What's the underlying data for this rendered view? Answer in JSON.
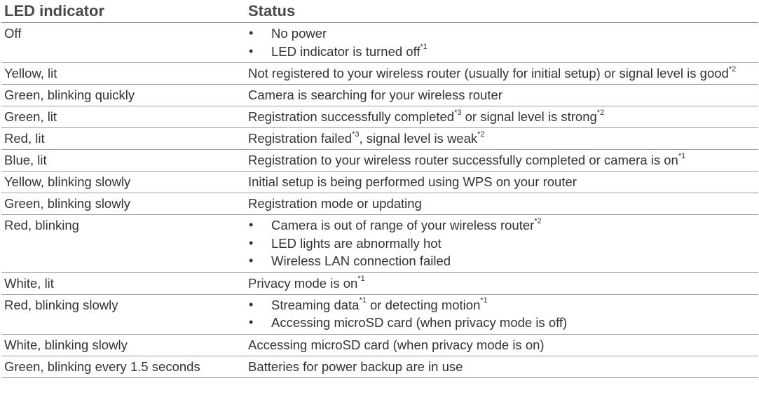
{
  "headers": {
    "led": "LED indicator",
    "status": "Status"
  },
  "rows": [
    {
      "led": "Off",
      "items": [
        {
          "text": "No power",
          "sup": ""
        },
        {
          "text": "LED indicator is turned off",
          "sup": "*1"
        }
      ]
    },
    {
      "led": "Yellow, lit",
      "segments": [
        {
          "text": "Not registered to your wireless router (usually for initial setup) or signal level is good",
          "sup": "*2"
        }
      ]
    },
    {
      "led": "Green, blinking quickly",
      "segments": [
        {
          "text": "Camera is searching for your wireless router",
          "sup": ""
        }
      ]
    },
    {
      "led": "Green, lit",
      "segments": [
        {
          "text": "Registration successfully completed",
          "sup": "*3"
        },
        {
          "text": " or signal level is strong",
          "sup": "*2"
        }
      ]
    },
    {
      "led": "Red, lit",
      "segments": [
        {
          "text": "Registration failed",
          "sup": "*3"
        },
        {
          "text": ", signal level is weak",
          "sup": "*2"
        }
      ]
    },
    {
      "led": "Blue, lit",
      "segments": [
        {
          "text": "Registration to your wireless router successfully completed or camera is on",
          "sup": "*1"
        }
      ]
    },
    {
      "led": "Yellow, blinking slowly",
      "segments": [
        {
          "text": "Initial setup is being performed using WPS on your router",
          "sup": ""
        }
      ]
    },
    {
      "led": "Green, blinking slowly",
      "segments": [
        {
          "text": "Registration mode or updating",
          "sup": ""
        }
      ]
    },
    {
      "led": "Red, blinking",
      "items": [
        {
          "text": "Camera is out of range of your wireless router",
          "sup": "*2"
        },
        {
          "text": "LED lights are abnormally hot",
          "sup": ""
        },
        {
          "text": "Wireless LAN connection failed",
          "sup": ""
        }
      ]
    },
    {
      "led": "White, lit",
      "segments": [
        {
          "text": "Privacy mode is on",
          "sup": "*1"
        }
      ]
    },
    {
      "led": "Red, blinking slowly",
      "items": [
        {
          "segments": [
            {
              "text": "Streaming data",
              "sup": "*1"
            },
            {
              "text": " or detecting motion",
              "sup": "*1"
            }
          ]
        },
        {
          "text": "Accessing microSD card (when privacy mode is off)",
          "sup": ""
        }
      ]
    },
    {
      "led": "White, blinking slowly",
      "segments": [
        {
          "text": "Accessing microSD card (when privacy mode is on)",
          "sup": ""
        }
      ]
    },
    {
      "led": "Green, blinking every 1.5 seconds",
      "segments": [
        {
          "text": "Batteries for power backup are in use",
          "sup": ""
        }
      ]
    }
  ]
}
